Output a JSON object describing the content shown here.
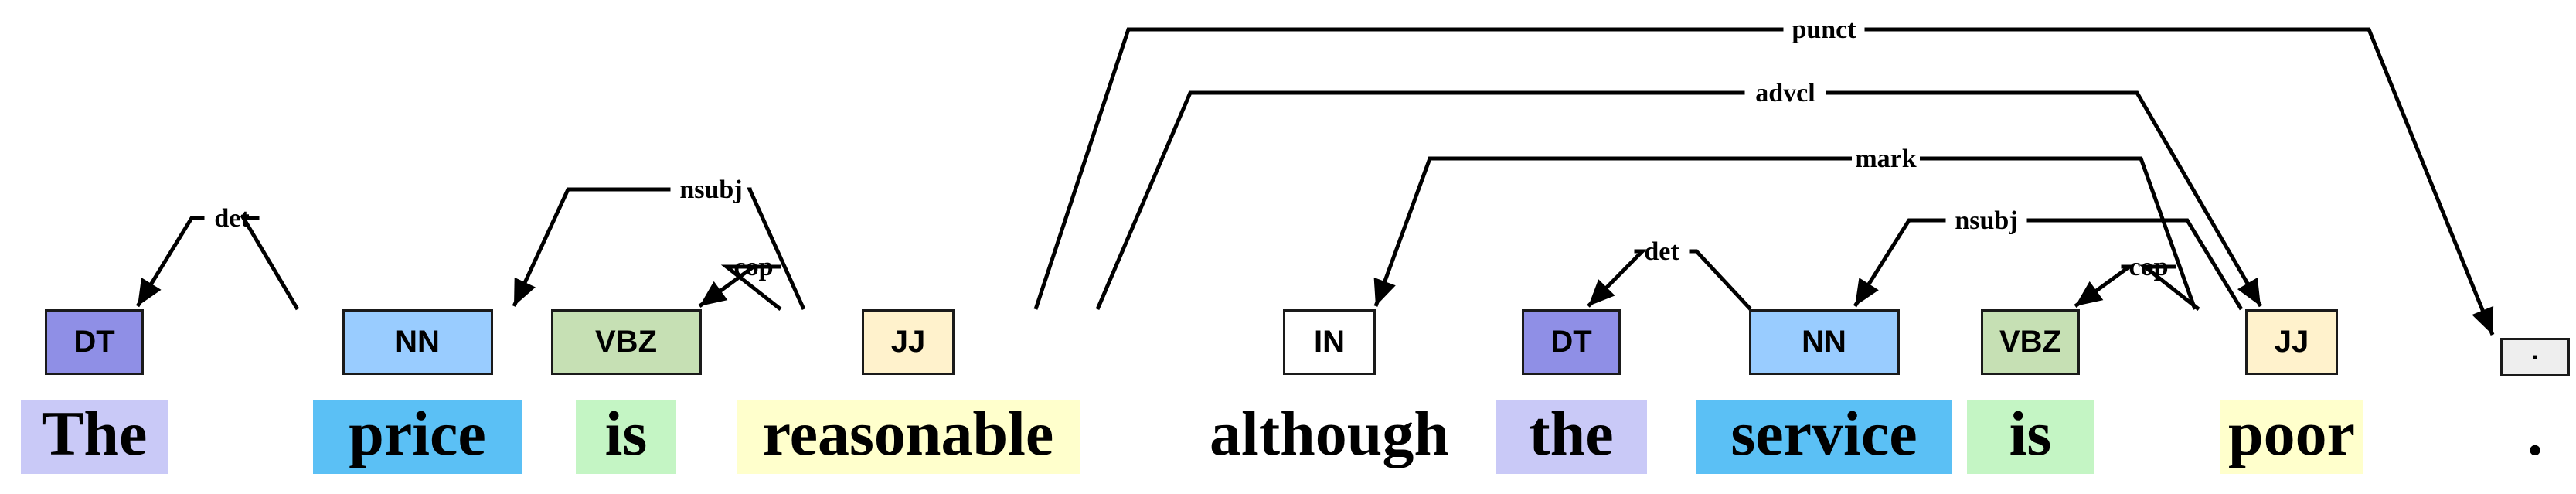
{
  "tokens": [
    {
      "word": "The",
      "tag": "DT",
      "color": "#8f8fe6",
      "hl": "#c9c9f7"
    },
    {
      "word": "price",
      "tag": "NN",
      "color": "#99ccff",
      "hl": "#5bc0f5"
    },
    {
      "word": "is",
      "tag": "VBZ",
      "color": "#c6e0b4",
      "hl": "#c4f5c4"
    },
    {
      "word": "reasonable",
      "tag": "JJ",
      "color": "#fff2cc",
      "hl": "#ffffcc"
    },
    {
      "word": "although",
      "tag": "IN",
      "color": "#ffffff",
      "hl": ""
    },
    {
      "word": "the",
      "tag": "DT",
      "color": "#8f8fe6",
      "hl": "#c9c9f7"
    },
    {
      "word": "service",
      "tag": "NN",
      "color": "#99ccff",
      "hl": "#5bc0f5"
    },
    {
      "word": "is",
      "tag": "VBZ",
      "color": "#c6e0b4",
      "hl": "#c4f5c4"
    },
    {
      "word": "poor",
      "tag": "JJ",
      "color": "#fff2cc",
      "hl": "#ffffcc"
    },
    {
      "word": ".",
      "tag": ".",
      "color": "#eeeeee",
      "hl": ""
    }
  ],
  "arcs": [
    {
      "label": "det",
      "head": 1,
      "dep": 0
    },
    {
      "label": "nsubj",
      "head": 3,
      "dep": 1
    },
    {
      "label": "cop",
      "head": 3,
      "dep": 2
    },
    {
      "label": "punct",
      "head": 3,
      "dep": 9
    },
    {
      "label": "advcl",
      "head": 3,
      "dep": 8
    },
    {
      "label": "mark",
      "head": 8,
      "dep": 4
    },
    {
      "label": "det",
      "head": 6,
      "dep": 5
    },
    {
      "label": "nsubj",
      "head": 8,
      "dep": 6
    },
    {
      "label": "cop",
      "head": 8,
      "dep": 7
    }
  ]
}
